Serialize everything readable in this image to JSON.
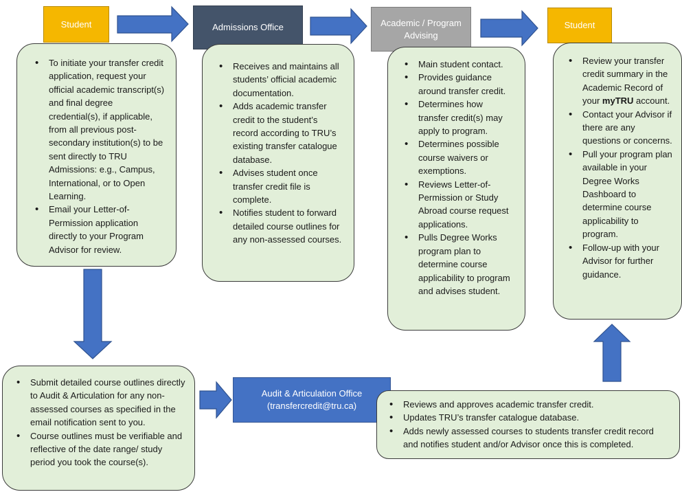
{
  "colors": {
    "student_header": "#f5b700",
    "admissions_header": "#44546a",
    "advising_header": "#a6a6a6",
    "audit_header": "#4472c4",
    "arrow_fill": "#4472c4",
    "bubble_fill": "#e2efd9"
  },
  "student1": {
    "title": "Student",
    "bullets": [
      "To initiate your transfer credit application, request your official academic transcript(s) and final degree credential(s), if applicable, from all previous post-secondary institution(s) to be sent directly to TRU Admissions: e.g., Campus, International, or to Open Learning.",
      "Email your Letter-of-Permission application directly to your Program Advisor for review."
    ]
  },
  "admissions": {
    "title": "Admissions Office",
    "bullets": [
      "Receives and maintains all students’ official academic documentation.",
      "Adds academic transfer credit to the student’s record according to TRU’s existing transfer catalogue database.",
      "Advises student once transfer credit file is complete.",
      "Notifies student to forward detailed course outlines for any non-assessed courses."
    ]
  },
  "advising": {
    "title": "Academic / Program Advising",
    "bullets": [
      "Main student contact.",
      "Provides guidance around transfer credit.",
      "Determines how transfer credit(s) may apply to program.",
      "Determines possible course waivers or exemptions.",
      "Reviews Letter-of-Permission or Study Abroad course request applications.",
      "Pulls Degree Works program plan to determine course applicability to program and advises student."
    ]
  },
  "student2": {
    "title": "Student",
    "bullet1_before": "Review your transfer credit summary in the Academic Record of your ",
    "bullet1_bold": "myTRU",
    "bullet1_after": " account.",
    "bullets": [
      "Contact your Advisor if there are any questions or concerns.",
      "Pull your program plan available in your Degree Works Dashboard to determine course applicability to program.",
      "Follow-up with your Advisor for further guidance."
    ]
  },
  "outlines": {
    "bullets": [
      "Submit detailed course outlines directly to Audit & Articulation for any non-assessed courses as specified in the email notification sent to you.",
      "Course outlines must be verifiable and reflective of the date range/ study period you took the course(s)."
    ]
  },
  "audit": {
    "title_line1": "Audit & Articulation Office",
    "title_line2": "(transfercredit@tru.ca)",
    "bullets": [
      "Reviews and approves academic transfer credit.",
      "Updates TRU’s transfer catalogue database.",
      "Adds newly assessed courses to students transfer credit record and notifies student and/or Advisor once this is completed."
    ]
  }
}
